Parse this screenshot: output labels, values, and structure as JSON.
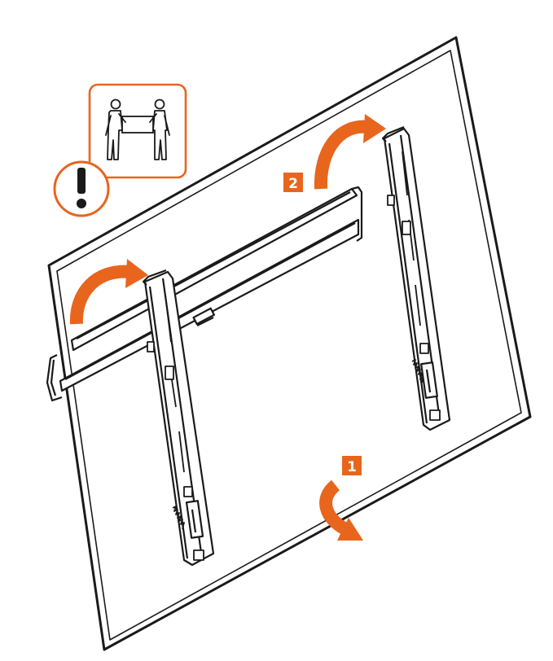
{
  "colors": {
    "accent": "#E8651E",
    "line": "#1a1a1a",
    "background": "#ffffff"
  },
  "steps": [
    {
      "label": "1",
      "description": "tilt-tv-arrow"
    },
    {
      "label": "2",
      "description": "hang-brackets-arrow"
    }
  ],
  "icons": {
    "warning": "exclamation-icon",
    "two_person": "two-person-lift-icon"
  }
}
